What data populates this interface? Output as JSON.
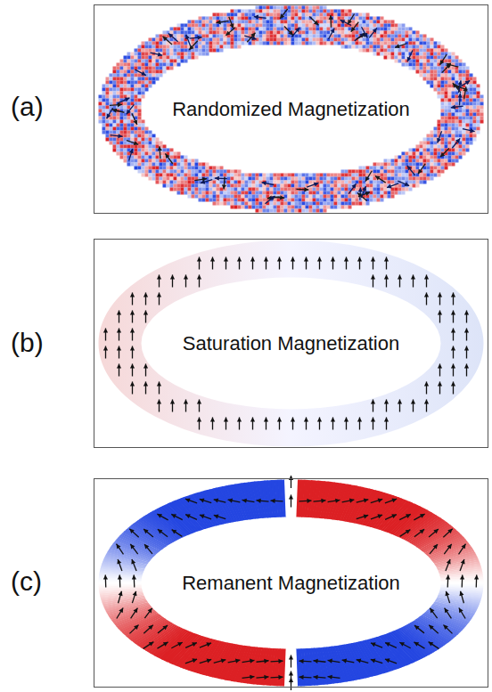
{
  "diagram": {
    "nodes": [
      {
        "text": [
          "Randomized Magnetization"
        ]
      },
      {
        "text": [
          "Saturation Magnetization"
        ]
      },
      {
        "text": [
          "Remanent Magnetization"
        ]
      }
    ],
    "labels": [
      "(a)",
      "(b)",
      "(c)"
    ]
  }
}
